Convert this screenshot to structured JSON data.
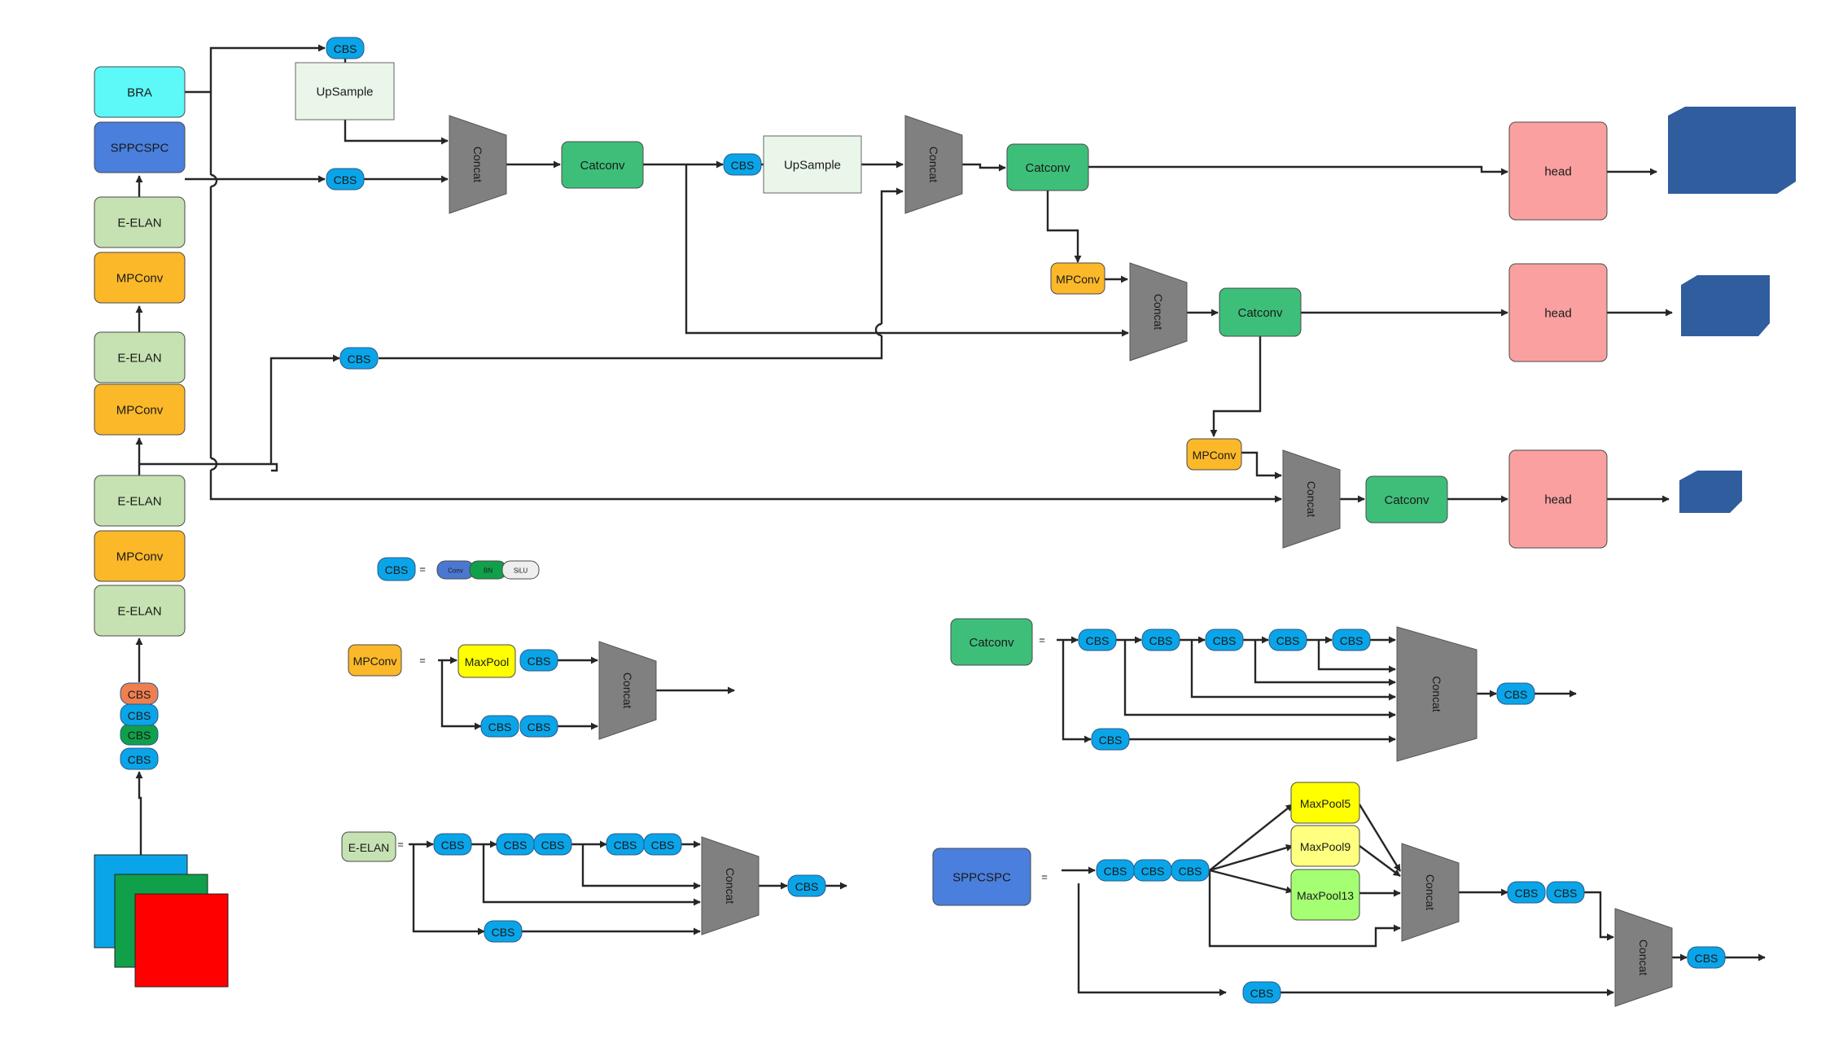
{
  "colors": {
    "cbs": "#0aa5e8",
    "cbs_orange": "#f07f50",
    "cbs_green": "#10a04a",
    "mpconv": "#fbb829",
    "eelan": "#c6e2b2",
    "bra": "#5df8f8",
    "sppcspc": "#4a7fdd",
    "upsample": "#ebf6ea",
    "catconv": "#3dbf7a",
    "concat": "#808080",
    "head": "#fba0a0",
    "output": "#305d9e",
    "maxpool": "#ffff00",
    "maxpool9": "#ffff80",
    "maxpool13": "#a5ff72",
    "conv": "#4a78d0",
    "bn": "#10a04a",
    "silu": "#eeeeee",
    "input_blue": "#0aa5e8",
    "input_green": "#10a04a",
    "input_red": "#ff0000",
    "edge": "#262626"
  },
  "labels": {
    "cbs": "CBS",
    "mpconv": "MPConv",
    "eelan": "E-ELAN",
    "bra": "BRA",
    "sppcspc": "SPPCSPC",
    "upsample": "UpSample",
    "concat": "Concat",
    "catconv": "Catconv",
    "head": "head",
    "maxpool": "MaxPool",
    "maxpool5": "MaxPool5",
    "maxpool9": "MaxPool9",
    "maxpool13": "MaxPool13",
    "conv": "Conv",
    "bn": "BN",
    "silu": "SiLU",
    "equals": "="
  }
}
